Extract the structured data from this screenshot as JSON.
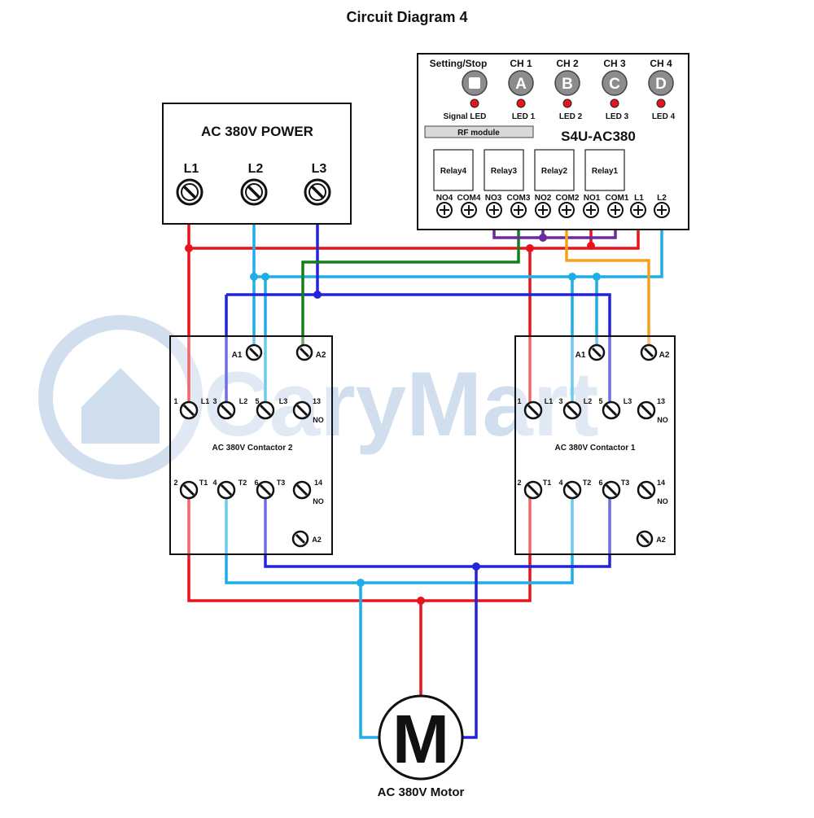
{
  "title": "Circuit Diagram 4",
  "watermark": "CaryMart",
  "colors": {
    "red": "#e8141c",
    "cyan": "#1eaee6",
    "blue": "#2323d8",
    "green": "#11801b",
    "purple": "#6a2c9a",
    "orange": "#f5a01a",
    "led": "#e8141c",
    "button_gray": "#8c8c8c",
    "watermark": "#c9d9ec"
  },
  "power": {
    "label": "AC 380V POWER",
    "terminals": [
      "L1",
      "L2",
      "L3"
    ]
  },
  "controller": {
    "model": "S4U-AC380",
    "setting_label": "Setting/Stop",
    "channels": [
      {
        "label": "CH 1",
        "letter": "A",
        "led": "LED 1"
      },
      {
        "label": "CH 2",
        "letter": "B",
        "led": "LED 2"
      },
      {
        "label": "CH 3",
        "letter": "C",
        "led": "LED 3"
      },
      {
        "label": "CH 4",
        "letter": "D",
        "led": "LED 4"
      }
    ],
    "signal_led": "Signal LED",
    "rf_module": "RF module",
    "relays": [
      "Relay4",
      "Relay3",
      "Relay2",
      "Relay1"
    ],
    "terminals": [
      "NO4",
      "COM4",
      "NO3",
      "COM3",
      "NO2",
      "COM2",
      "NO1",
      "COM1",
      "L1",
      "L2"
    ]
  },
  "contactor_left": {
    "name": "AC 380V Contactor 2",
    "coil_a1": "A1",
    "coil_a2": "A2",
    "bottom_a2": "A2",
    "top_numbers": [
      "1",
      "3",
      "5",
      "13"
    ],
    "top_labels": [
      "L1",
      "L2",
      "L3"
    ],
    "bottom_numbers": [
      "2",
      "4",
      "6",
      "14"
    ],
    "bottom_labels": [
      "T1",
      "T2",
      "T3"
    ],
    "no": "NO"
  },
  "contactor_right": {
    "name": "AC 380V Contactor 1",
    "coil_a1": "A1",
    "coil_a2": "A2",
    "bottom_a2": "A2",
    "top_numbers": [
      "1",
      "3",
      "5",
      "13"
    ],
    "top_labels": [
      "L1",
      "L2",
      "L3"
    ],
    "bottom_numbers": [
      "2",
      "4",
      "6",
      "14"
    ],
    "bottom_labels": [
      "T1",
      "T2",
      "T3"
    ],
    "no": "NO"
  },
  "motor": {
    "symbol": "M",
    "label": "AC 380V Motor"
  }
}
